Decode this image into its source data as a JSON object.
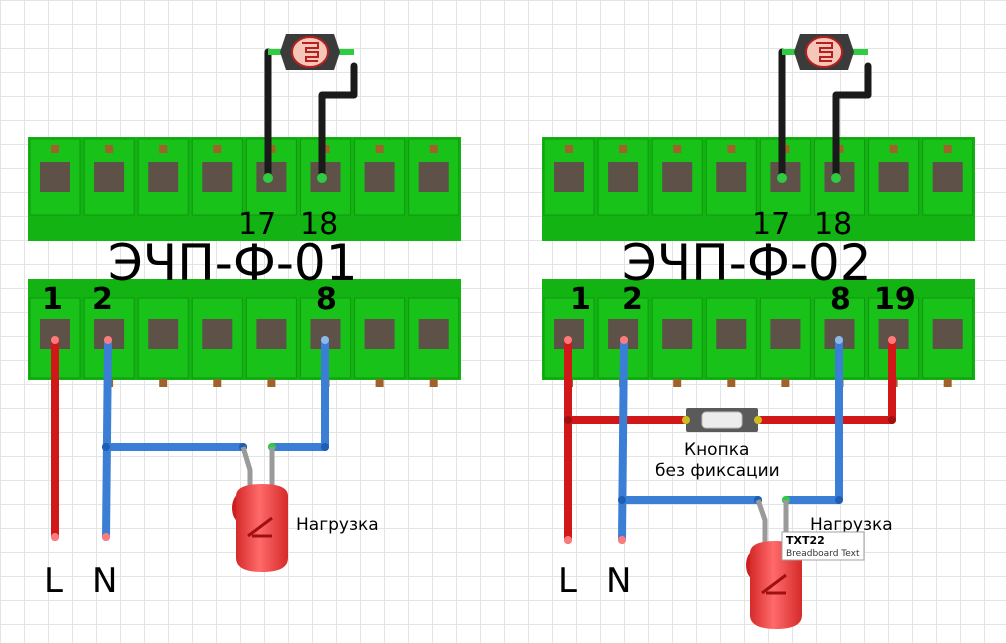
{
  "colors": {
    "board_green": "#12b312",
    "board_green_light": "#1ecf1e",
    "slot_brown": "#5e5147",
    "wire_red": "#d01818",
    "wire_blue": "#3a7fd5",
    "wire_black": "#1a1a1a",
    "led_red": "#ee3838"
  },
  "left_circuit": {
    "module_name": "ЭЧП-Ф-01",
    "top_pins": [
      "17",
      "18"
    ],
    "bottom_pins": [
      "1",
      "2",
      "8"
    ],
    "load_label": "Нагрузка",
    "line_label": "L",
    "neutral_label": "N"
  },
  "right_circuit": {
    "module_name": "ЭЧП-Ф-02",
    "top_pins": [
      "17",
      "18"
    ],
    "bottom_pins": [
      "1",
      "2",
      "8",
      "19"
    ],
    "button_label_line1": "Кнопка",
    "button_label_line2": "без фиксации",
    "load_label": "Нагрузка",
    "line_label": "L",
    "neutral_label": "N"
  },
  "tooltip": {
    "title": "TXT22",
    "subtitle": "Breadboard Text"
  },
  "icons": {
    "photoresistor": "photoresistor-icon",
    "led": "led-icon",
    "pushbutton": "pushbutton-icon"
  }
}
